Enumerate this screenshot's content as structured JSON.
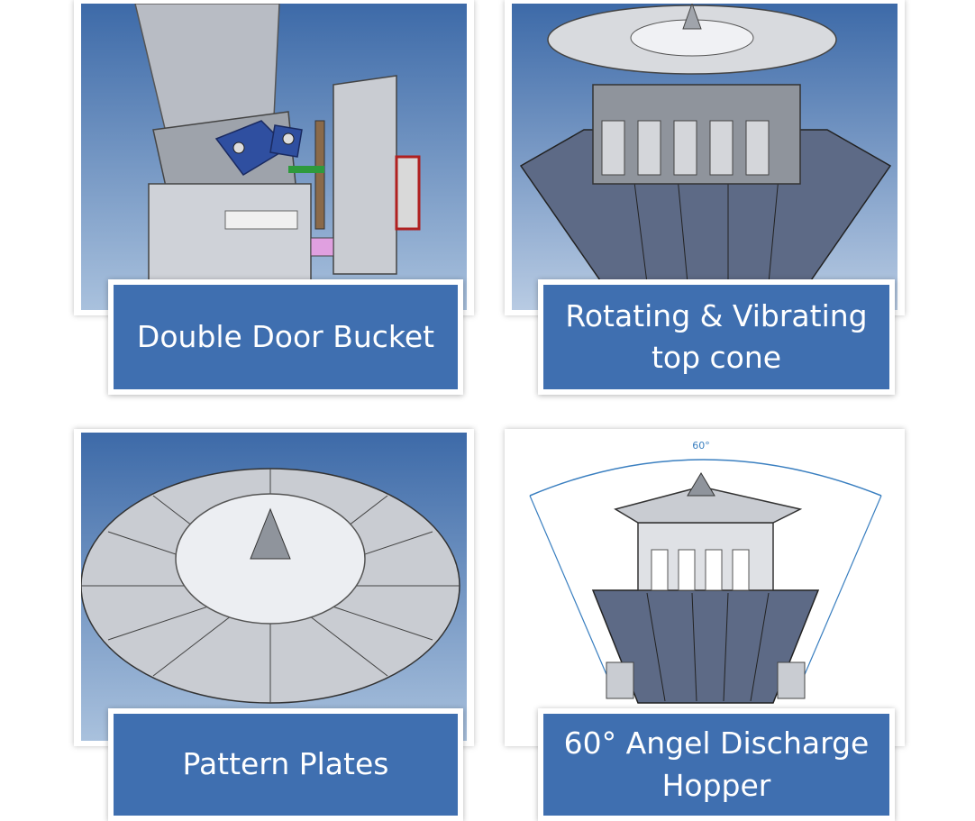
{
  "panels": [
    {
      "id": "double-door-bucket",
      "lines": [
        "Double Door Bucket"
      ]
    },
    {
      "id": "rotating-top-cone",
      "lines": [
        "Rotating & Vibrating",
        "top cone"
      ]
    },
    {
      "id": "pattern-plates",
      "lines": [
        "Pattern Plates"
      ]
    },
    {
      "id": "angle-discharge-hopper",
      "lines": [
        "60°  Angel Discharge",
        "Hopper"
      ]
    }
  ],
  "angle_annotation": "60°",
  "colors": {
    "label_blue": "#3f6fb0",
    "cad_background": "#5a84c0",
    "steel": "#c9ccd2",
    "hopper_dark": "#5d6a86"
  }
}
